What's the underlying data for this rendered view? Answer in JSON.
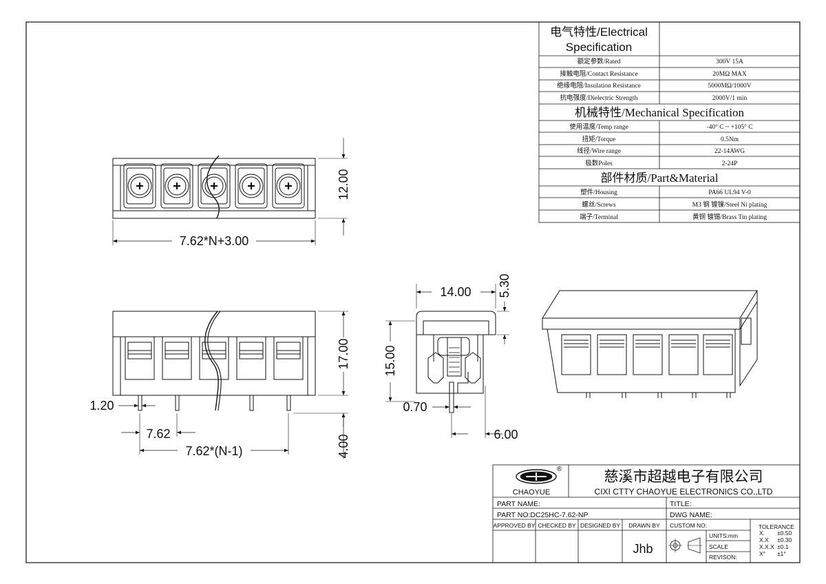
{
  "spec": {
    "electrical_title_line1": "电气特性/Electrical",
    "electrical_title_line2": "Specification",
    "electrical_rows": [
      {
        "label": "额定参数/Rated",
        "value": "300V  15A"
      },
      {
        "label": "接触电阻/Contact Resistance",
        "value": "20MΩ MAX"
      },
      {
        "label": "绝缘电阻/Insulation Resistance",
        "value": "5000MΩ/1000V"
      },
      {
        "label": "抗电强度/Dielectric Strength",
        "value": "2000V/1 min"
      }
    ],
    "mechanical_title": "机械特性/Mechanical Specification",
    "mechanical_rows": [
      {
        "label": "使用温度/Temp range",
        "value": "-40° C ~ +105° C"
      },
      {
        "label": "扭矩/Torque",
        "value": "0.5Nm"
      },
      {
        "label": "线径/Wire range",
        "value": "22-14AWG"
      },
      {
        "label": "极数Poles",
        "value": "2-24P"
      }
    ],
    "material_title": "部件材质/Part&Material",
    "material_rows": [
      {
        "label": "塑件/Housing",
        "value": "PA66 UL94 V-0"
      },
      {
        "label": "螺丝/Screws",
        "value": "M3 钢 镀镍/Steel Ni plating"
      },
      {
        "label": "端子/Terminal",
        "value": "黄铜 镀锡/Brass Tin  plating"
      }
    ]
  },
  "dimensions": {
    "top_height": "12.00",
    "top_width": "7.62*N+3.00",
    "front_height": "17.00",
    "pin_width": "1.20",
    "pitch": "7.62",
    "pin_span": "7.62*(N-1)",
    "pin_length": "4.00",
    "side_width": "14.00",
    "side_cap": "5.30",
    "side_height": "15.00",
    "side_pin": "0.70",
    "side_offset": "6.00"
  },
  "title_block": {
    "company_cn": "慈溪市超越电子有限公司",
    "company_en": "CIXI CTTY CHAOYUE ELECTRONICS CO.,LTD",
    "logo_text": "CHAOYUE",
    "logo_mark": "®",
    "part_name_label": "PART NAME:",
    "title_label": "TITLE:",
    "part_no": "PART NO:DC25HC-7.62-NP",
    "dwg_name_label": "DWG NAME:",
    "approved_by": "APPROVED BY",
    "checked_by": "CHECKED BY",
    "designed_by": "DESIGNED BY",
    "drawn_by": "DRAWN BY",
    "drawn_by_value": "Jhb",
    "custom_no": "CUSTOM NO:",
    "units": "UNITS:mm",
    "scale": "SCALE",
    "revision": "REVISON:",
    "tolerance_title": "TOLERANCE",
    "tolerances": [
      {
        "k": "X.",
        "v": "±0.50"
      },
      {
        "k": "X.X",
        "v": "±0.30"
      },
      {
        "k": "X.X.X",
        "v": "±0.1"
      },
      {
        "k": "X°",
        "v": "±1°"
      }
    ]
  },
  "colors": {
    "line": "#111111",
    "background": "#ffffff"
  }
}
